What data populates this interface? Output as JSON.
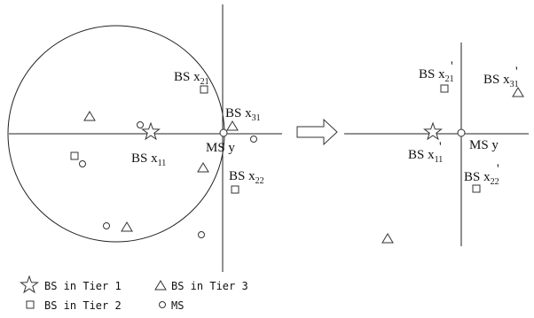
{
  "left_panel": {
    "labels": {
      "bs21": {
        "base": "BS x",
        "sub": "21"
      },
      "bs31": {
        "base": "BS x",
        "sub": "31"
      },
      "ms": {
        "base": "MS y",
        "sub": ""
      },
      "bs11": {
        "base": "BS x",
        "sub": "11"
      },
      "bs22": {
        "base": "BS x",
        "sub": "22"
      }
    }
  },
  "right_panel": {
    "labels": {
      "bs21": {
        "base": "BS x",
        "sub": "21"
      },
      "bs31": {
        "base": "BS x",
        "sub": "31"
      },
      "ms": {
        "base": "MS y",
        "sub": ""
      },
      "bs11": {
        "base": "BS x",
        "sub": "11"
      },
      "bs22": {
        "base": "BS x",
        "sub": "22"
      }
    }
  },
  "legend": {
    "tier1": "BS in Tier 1",
    "tier3": "BS in Tier 3",
    "tier2": "BS in Tier 2",
    "ms": "MS"
  },
  "icons": {
    "tier1": "star-icon",
    "tier2": "square-icon",
    "tier3": "triangle-icon",
    "ms": "circle-icon",
    "transform": "arrow-right-icon"
  }
}
